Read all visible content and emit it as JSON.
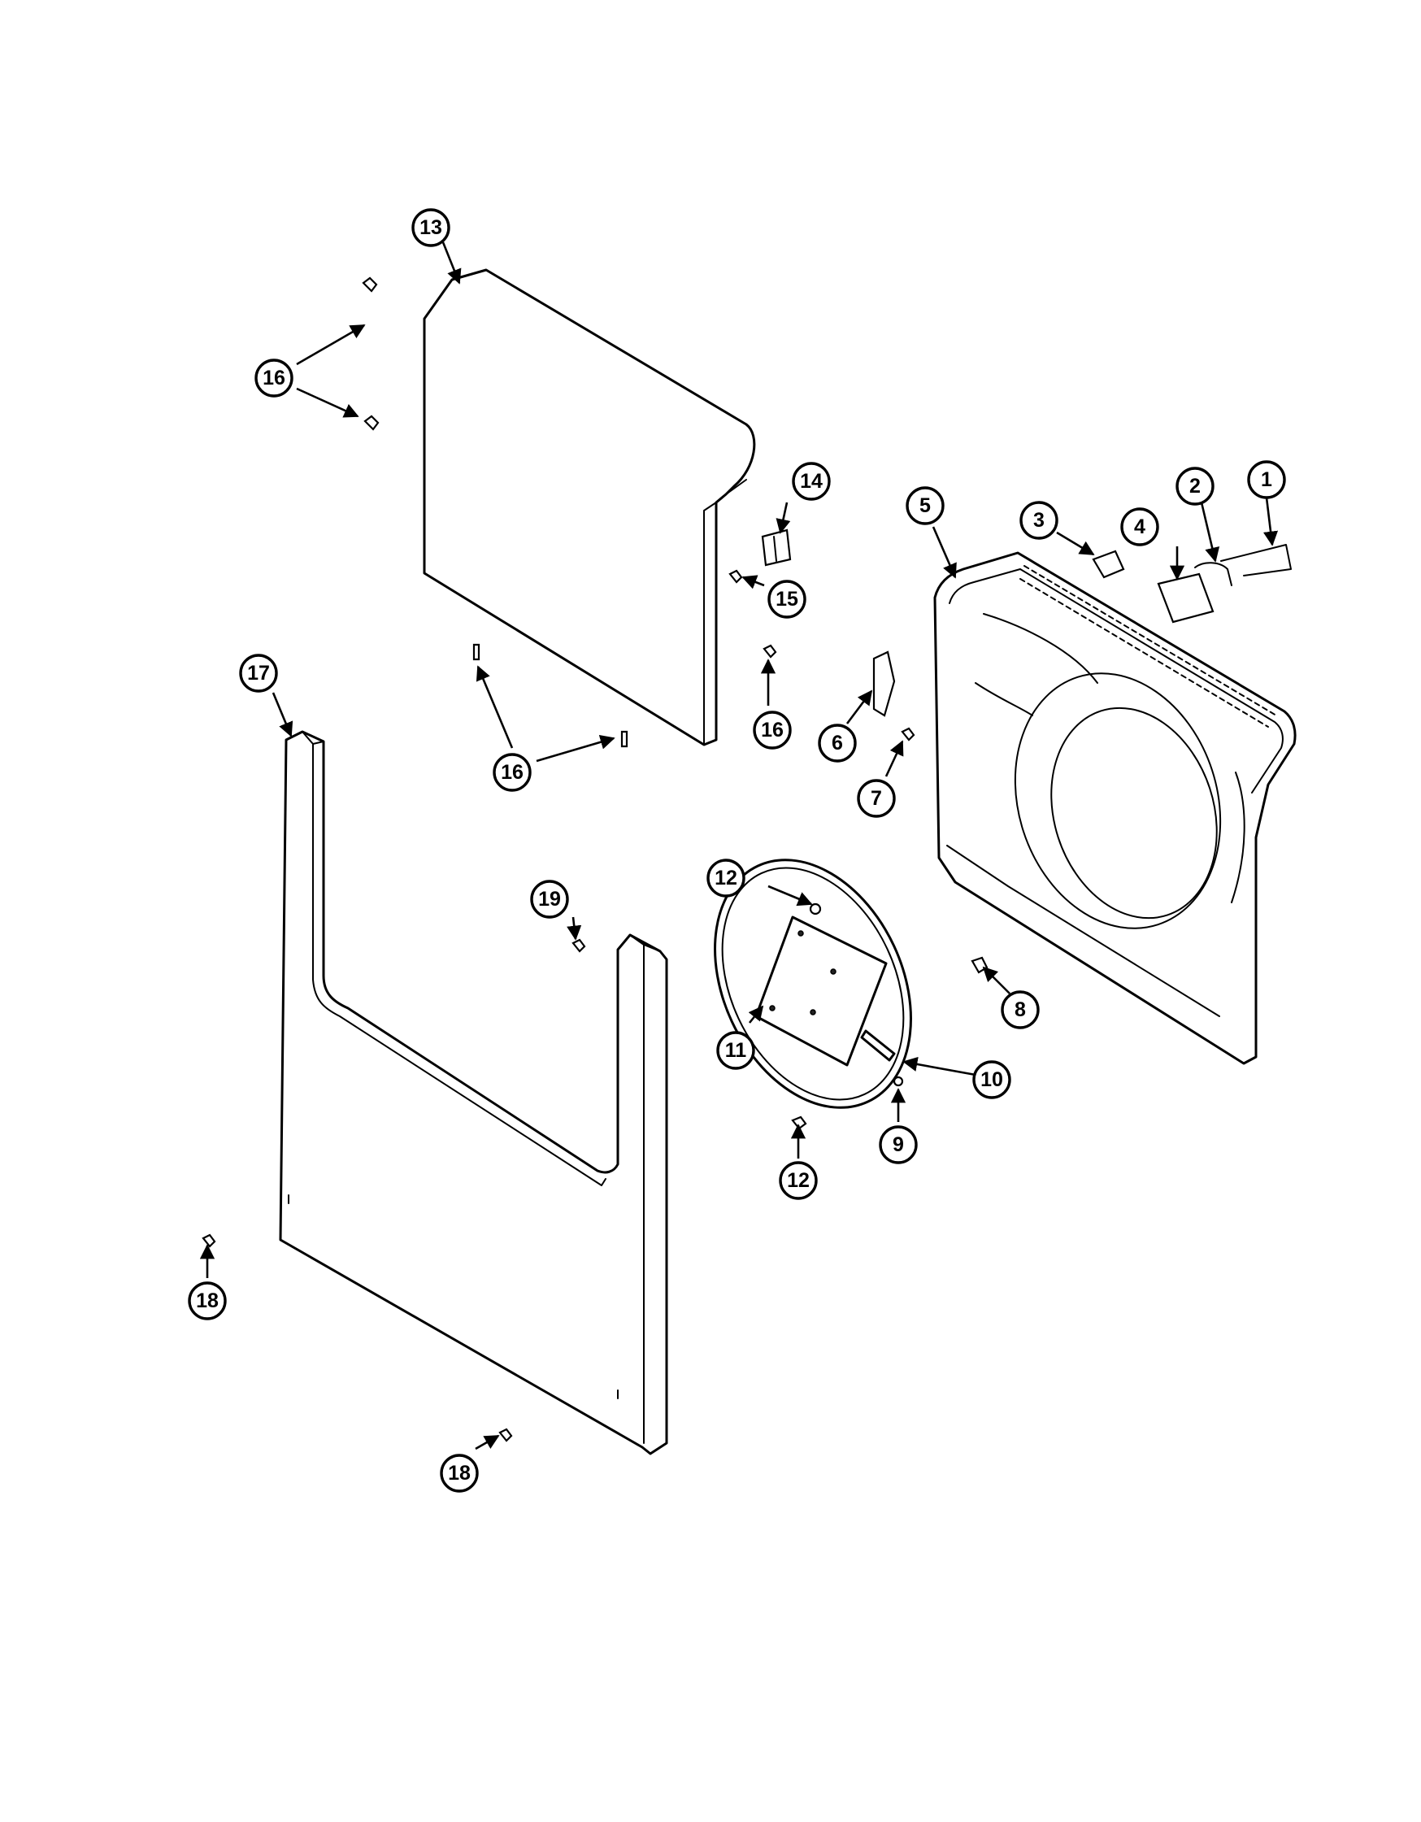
{
  "callouts": [
    {
      "id": "c1",
      "label": "1"
    },
    {
      "id": "c2",
      "label": "2"
    },
    {
      "id": "c3",
      "label": "3"
    },
    {
      "id": "c4",
      "label": "4"
    },
    {
      "id": "c5",
      "label": "5"
    },
    {
      "id": "c6",
      "label": "6"
    },
    {
      "id": "c7",
      "label": "7"
    },
    {
      "id": "c8",
      "label": "8"
    },
    {
      "id": "c9",
      "label": "9"
    },
    {
      "id": "c10",
      "label": "10"
    },
    {
      "id": "c11",
      "label": "11"
    },
    {
      "id": "c12a",
      "label": "12"
    },
    {
      "id": "c12b",
      "label": "12"
    },
    {
      "id": "c13",
      "label": "13"
    },
    {
      "id": "c14",
      "label": "14"
    },
    {
      "id": "c15",
      "label": "15"
    },
    {
      "id": "c16a",
      "label": "16"
    },
    {
      "id": "c16b",
      "label": "16"
    },
    {
      "id": "c16c",
      "label": "16"
    },
    {
      "id": "c17",
      "label": "17"
    },
    {
      "id": "c18a",
      "label": "18"
    },
    {
      "id": "c18b",
      "label": "18"
    },
    {
      "id": "c19",
      "label": "19"
    }
  ]
}
